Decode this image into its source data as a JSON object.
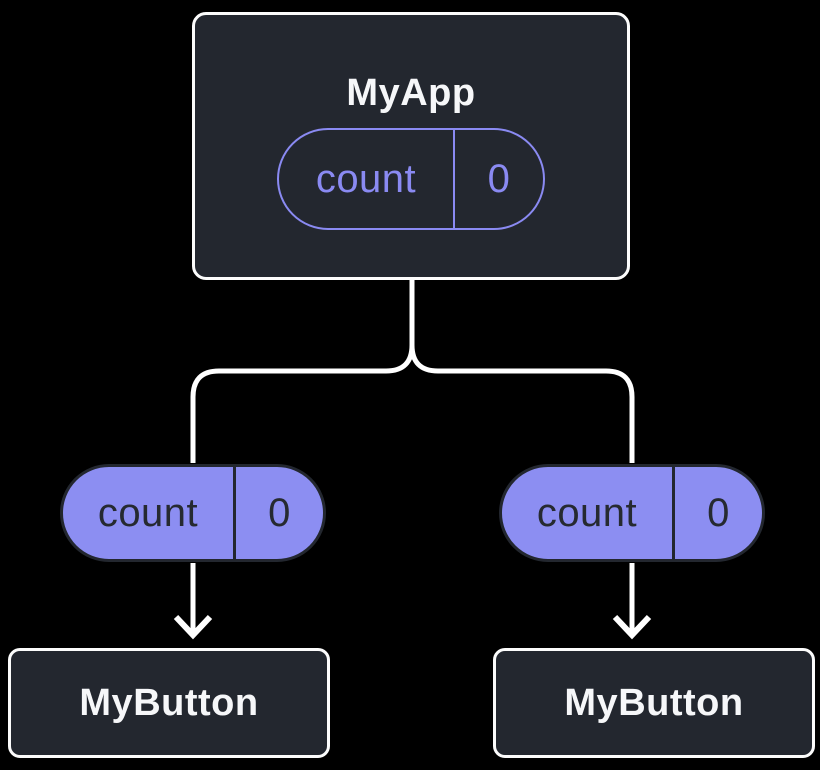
{
  "diagram": {
    "description": "React component tree diagram showing state passed down as props",
    "colors": {
      "background": "#000000",
      "node_fill": "#23272f",
      "node_border": "#fcfcfc",
      "accent_purple": "#8a8af2",
      "pill_fill": "#8c8ef2",
      "dark_text": "#262a31",
      "light_text": "#f6f7f9",
      "connector": "#ffffff"
    },
    "root_node": {
      "title": "MyApp",
      "state_pill": {
        "label": "count",
        "value": "0"
      }
    },
    "prop_pills": [
      {
        "label": "count",
        "value": "0"
      },
      {
        "label": "count",
        "value": "0"
      }
    ],
    "child_nodes": [
      {
        "title": "MyButton"
      },
      {
        "title": "MyButton"
      }
    ]
  }
}
